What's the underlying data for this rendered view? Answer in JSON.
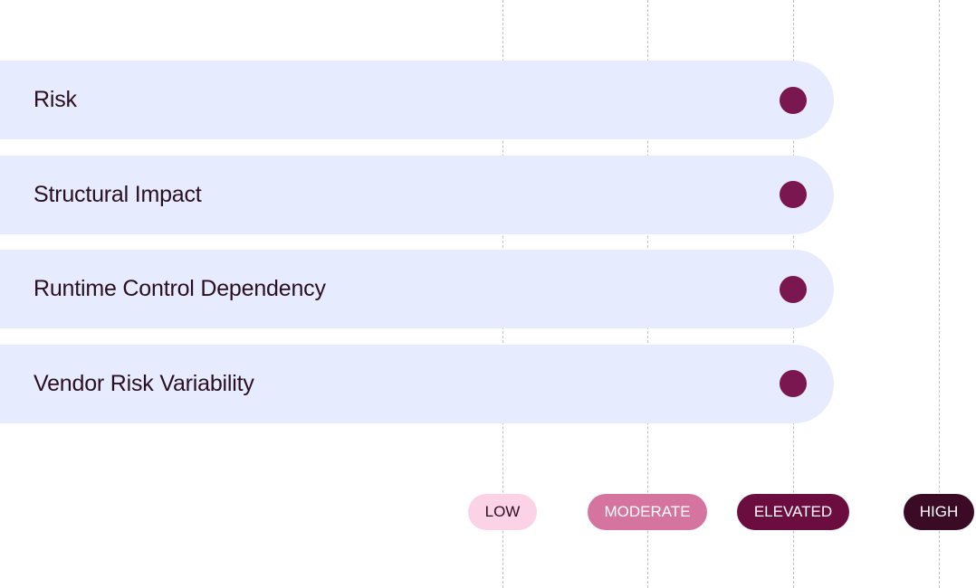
{
  "chart_data": {
    "type": "dot",
    "scale": [
      "LOW",
      "MODERATE",
      "ELEVATED",
      "HIGH"
    ],
    "items": [
      {
        "label": "Risk",
        "value": "ELEVATED"
      },
      {
        "label": "Structural Impact",
        "value": "ELEVATED"
      },
      {
        "label": "Runtime Control Dependency",
        "value": "ELEVATED"
      },
      {
        "label": "Vendor Risk Variability",
        "value": "ELEVATED"
      }
    ],
    "grid": true,
    "colors": {
      "row_background": "#e6ecfd",
      "dot": "#7a1750",
      "label_text": "#2a0f22",
      "gridline": "#bdbdc6",
      "levels": {
        "LOW": {
          "bg": "#fcd3e6",
          "fg": "#2a0f22"
        },
        "MODERATE": {
          "bg": "#d5749f",
          "fg": "#ffffff"
        },
        "ELEVATED": {
          "bg": "#6b0e3f",
          "fg": "#ffffff"
        },
        "HIGH": {
          "bg": "#3b0a25",
          "fg": "#ffffff"
        }
      }
    }
  }
}
